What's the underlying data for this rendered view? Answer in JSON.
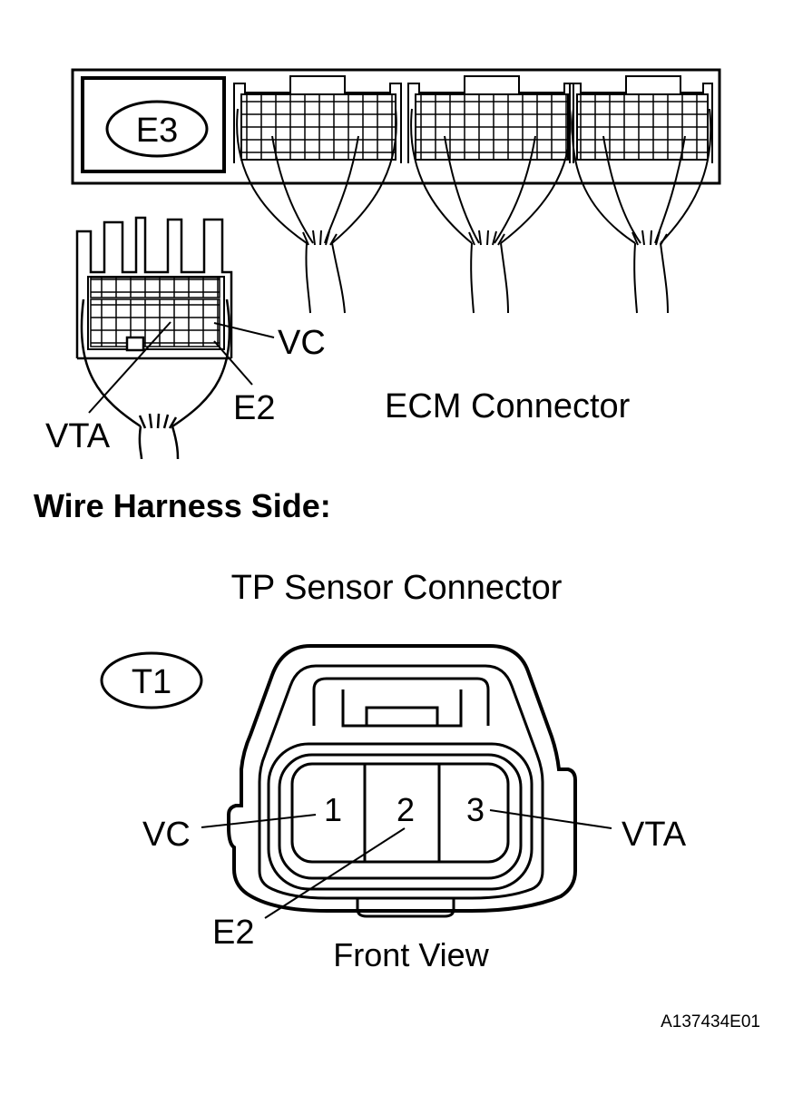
{
  "colors": {
    "line": "#000000",
    "background": "#ffffff"
  },
  "ecm": {
    "connector_id": "E3",
    "caption": "ECM Connector",
    "pins": {
      "vc": "VC",
      "e2": "E2",
      "vta": "VTA"
    }
  },
  "harness_heading": "Wire Harness Side:",
  "tp_sensor": {
    "caption": "TP Sensor Connector",
    "connector_id": "T1",
    "terminals": [
      "1",
      "2",
      "3"
    ],
    "pins": {
      "vc": "VC",
      "e2": "E2",
      "vta": "VTA"
    },
    "view": "Front View"
  },
  "figure_code": "A137434E01"
}
